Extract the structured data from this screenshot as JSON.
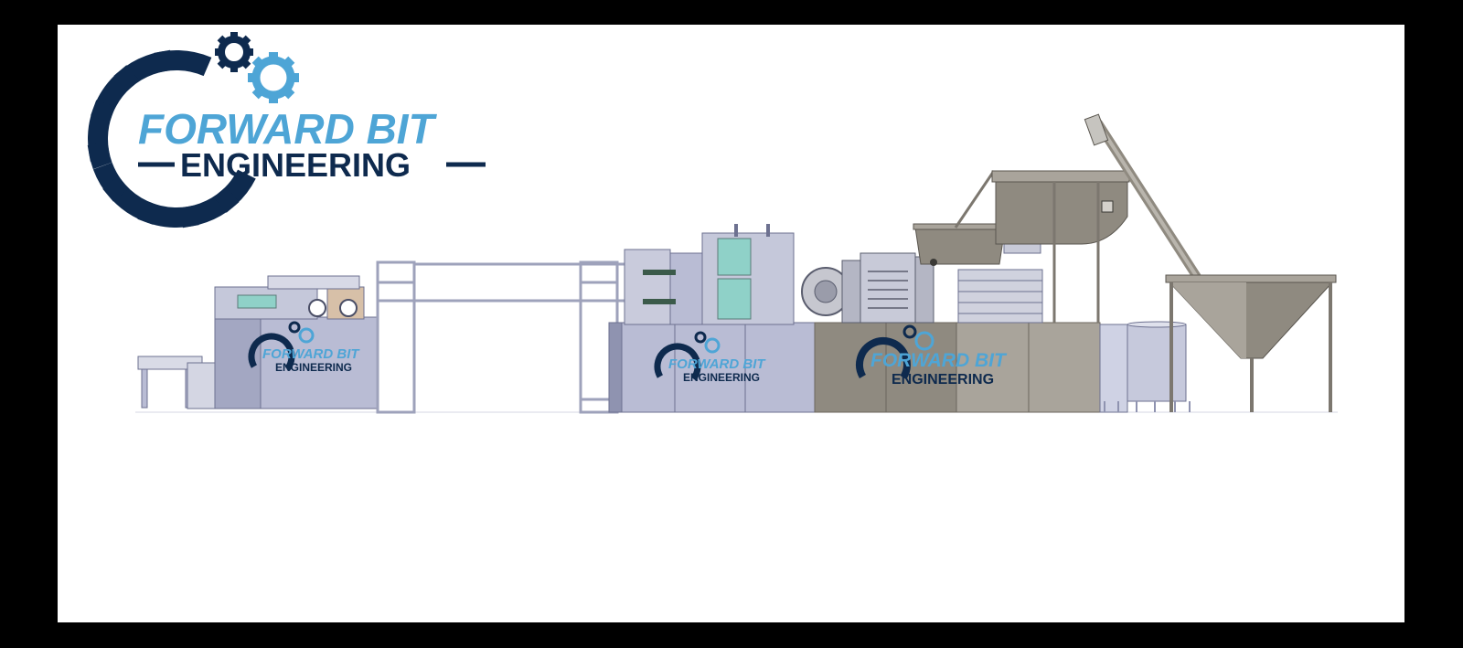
{
  "brand": {
    "name_line1": "FORWARD BIT",
    "name_line2": "ENGINEERING"
  },
  "colors": {
    "navy": "#0e2a4e",
    "light_blue": "#4ea5d6",
    "machine_lavender": "#b9bcd4",
    "machine_lavender_dark": "#8f93b0",
    "machine_taupe": "#a9a49b",
    "machine_taupe_dark": "#7c776f",
    "frame_gray": "#b2b6c9"
  },
  "machines": [
    {
      "id": "sheeter",
      "label1": "FORWARD BIT",
      "label2": "ENGINEERING"
    },
    {
      "id": "cooler",
      "label1": "FORWARD BIT",
      "label2": "ENGINEERING"
    },
    {
      "id": "extruder",
      "label1": "FORWARD BIT",
      "label2": "ENGINEERING"
    }
  ],
  "icons": [
    "gear-icon",
    "small-gear-icon",
    "screw-conveyor-icon",
    "hopper-icon"
  ]
}
